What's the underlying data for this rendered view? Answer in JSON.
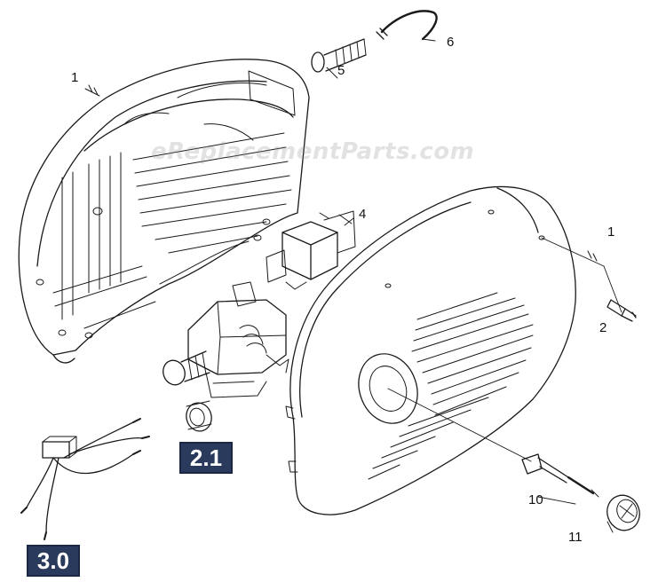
{
  "watermark": "eReplacementParts.com",
  "callouts": {
    "c1_left": "1",
    "c1_right": "1",
    "c2": "2",
    "c4": "4",
    "c5": "5",
    "c6": "6",
    "c10": "10",
    "c11": "11"
  },
  "badges": {
    "b21": "2.1",
    "b30": "3.0"
  },
  "colors": {
    "line": "#1a1a1a",
    "badge_bg": "#2a3a5c",
    "badge_text": "#ffffff"
  }
}
